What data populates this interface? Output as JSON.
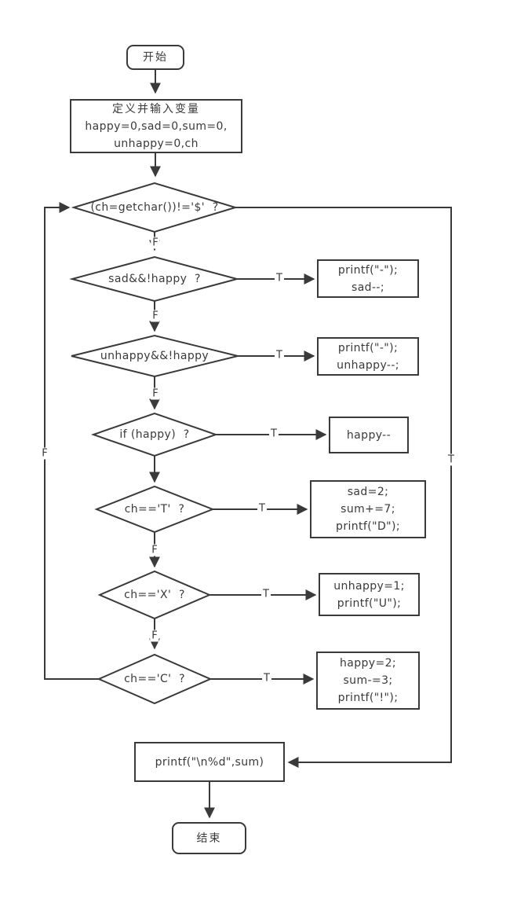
{
  "title": "C program flowchart",
  "colors": {
    "line": "#3a3a3a",
    "background": "#ffffff",
    "node_fill": "#ffffff"
  },
  "nodes": {
    "start": {
      "label": "开始"
    },
    "init": {
      "lines": [
        "定义并输入变量",
        "happy=0,sad=0,sum=0,",
        "unhappy=0,ch"
      ]
    },
    "d_while": {
      "label": "(ch=getchar())!='$'  ?"
    },
    "d_sad": {
      "label": "sad&&!happy  ?"
    },
    "d_unhappy": {
      "label": "unhappy&&!happy"
    },
    "d_happy": {
      "label": "if (happy)  ?"
    },
    "d_t": {
      "label": "ch=='T'  ?"
    },
    "d_x": {
      "label": "ch=='X'  ?"
    },
    "d_c": {
      "label": "ch=='C'  ?"
    },
    "b_sad": {
      "lines": [
        "printf(\"-\");",
        "sad--;"
      ]
    },
    "b_unhappy": {
      "lines": [
        "printf(\"-\");",
        "unhappy--;"
      ]
    },
    "b_happy": {
      "lines": [
        "happy--"
      ]
    },
    "b_t": {
      "lines": [
        "sad=2;",
        "sum+=7;",
        "printf(\"D\");"
      ]
    },
    "b_x": {
      "lines": [
        "unhappy=1;",
        "printf(\"U\");"
      ]
    },
    "b_c": {
      "lines": [
        "happy=2;",
        "sum-=3;",
        "printf(\"!\");"
      ]
    },
    "print_sum": {
      "label": "printf(\"\\n%d\",sum)"
    },
    "end": {
      "label": "结束"
    }
  },
  "labels": {
    "f_while": "F",
    "t_sad": "T",
    "f_sad": "F",
    "t_unhappy": "T",
    "f_unhappy": "F",
    "t_happy": "T",
    "t_t": "T",
    "f_t": "F",
    "t_x": "T",
    "f_x": "F",
    "t_c": "T",
    "f_loop": "F",
    "t_exit": "T"
  }
}
